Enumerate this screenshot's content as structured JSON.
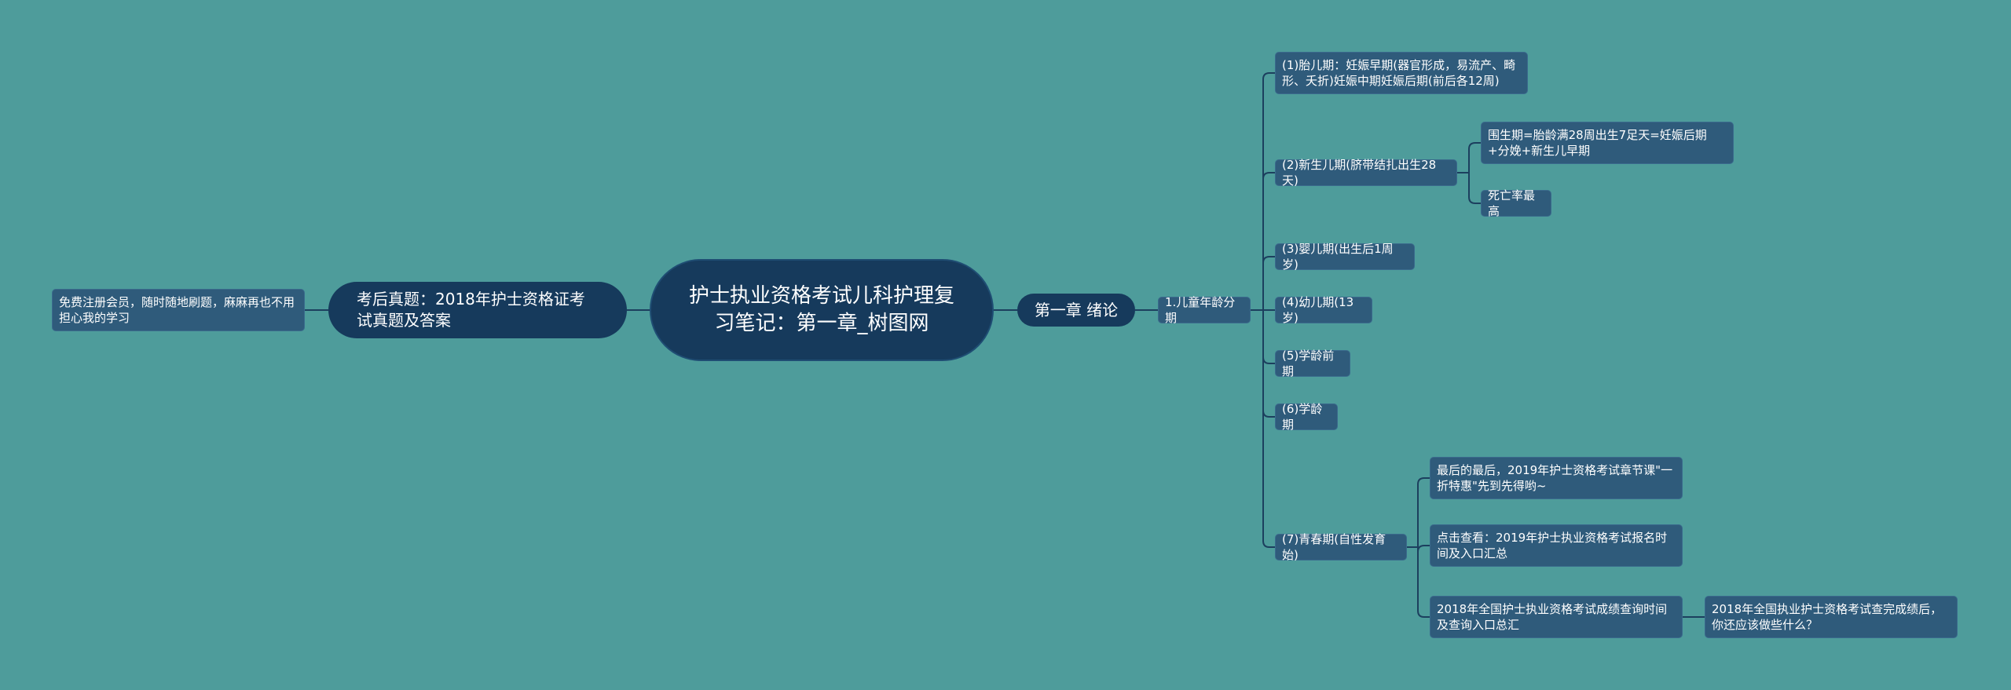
{
  "colors": {
    "background": "#4e9c9b",
    "root": "#163a5c",
    "branch": "#163a5c",
    "leaf": "#2f5b7b",
    "link": "#1c3f5e"
  },
  "mindmap": {
    "root": "护士执业资格考试儿科护理复习笔记：第一章_树图网",
    "left": {
      "label": "考后真题：2018年护士资格证考试真题及答案",
      "note": "免费注册会员，随时随地刷题，麻麻再也不用担心我的学习"
    },
    "right": {
      "label": "第一章 绪论",
      "section": "1.儿童年龄分期",
      "stages": [
        {
          "label": "(1)胎儿期：妊娠早期(器官形成，易流产、畸形、夭折)妊娠中期妊娠后期(前后各12周)"
        },
        {
          "label": "(2)新生儿期(脐带结扎出生28天)",
          "children": [
            "围生期=胎龄满28周出生7足天=妊娠后期+分娩+新生儿早期",
            "死亡率最高"
          ]
        },
        {
          "label": "(3)婴儿期(出生后1周岁)"
        },
        {
          "label": "(4)幼儿期(13岁)"
        },
        {
          "label": "(5)学龄前期"
        },
        {
          "label": "(6)学龄期"
        },
        {
          "label": "(7)青春期(自性发育始)",
          "children": [
            "最后的最后，2019年护士资格考试章节课\"一折特惠\"先到先得哟~",
            "点击查看：2019年护士执业资格考试报名时间及入口汇总",
            "2018年全国护士执业资格考试成绩查询时间及查询入口总汇"
          ],
          "grandchild": "2018年全国执业护士资格考试查完成绩后，你还应该做些什么？"
        }
      ]
    }
  }
}
